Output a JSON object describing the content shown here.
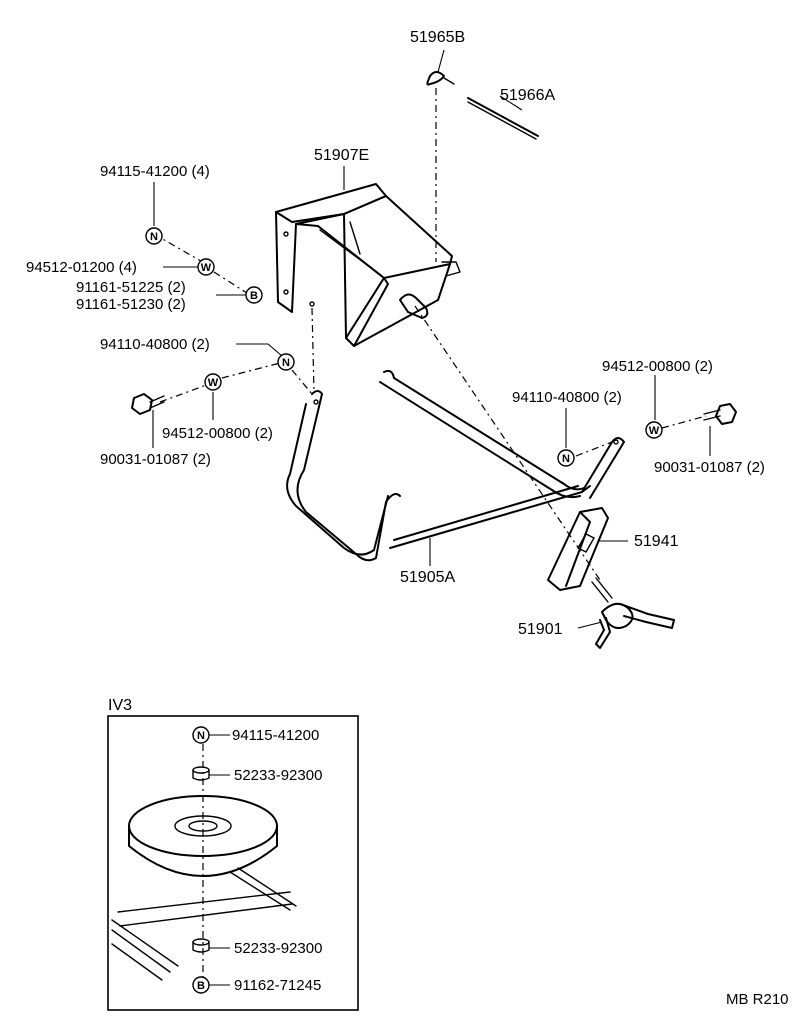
{
  "diagram": {
    "callouts": {
      "c51965B": "51965B",
      "c51966A": "51966A",
      "c51907E": "51907E",
      "c94115_41200_4": "94115-41200 (4)",
      "c94512_01200_4": "94512-01200 (4)",
      "c91161_51225_2": "91161-51225 (2)",
      "c91161_51230_2": "91161-51230 (2)",
      "c94110_40800_2_left": "94110-40800 (2)",
      "c94512_00800_2_left": "94512-00800 (2)",
      "c90031_01087_2_left": "90031-01087 (2)",
      "c94512_00800_2_right": "94512-00800 (2)",
      "c94110_40800_2_right": "94110-40800 (2)",
      "c90031_01087_2_right": "90031-01087 (2)",
      "c51941": "51941",
      "c51905A": "51905A",
      "c51901": "51901"
    },
    "symbols": {
      "nut": "N",
      "washer": "W",
      "bolt": "B"
    },
    "inset": {
      "title": "IV3",
      "c94115_41200": "94115-41200",
      "c52233_92300_top": "52233-92300",
      "c52233_92300_bottom": "52233-92300",
      "c91162_71245": "91162-71245"
    },
    "footer_code": "MB R210"
  }
}
